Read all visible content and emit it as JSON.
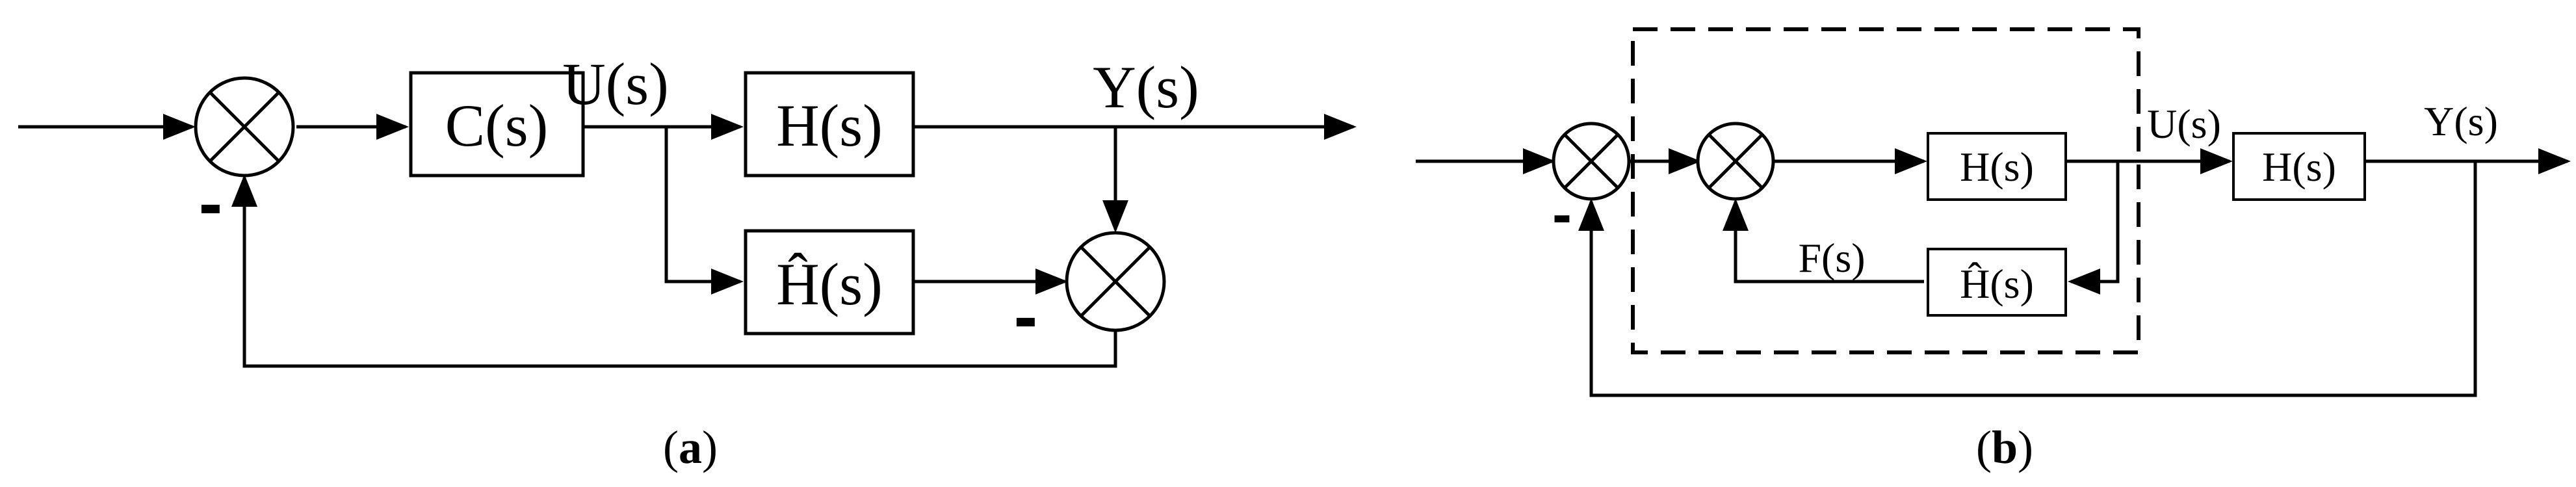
{
  "panel_a": {
    "blocks": {
      "controller": "C(s)",
      "plant": "H(s)",
      "model": "Ĥ(s)"
    },
    "signals": {
      "control": "U(s)",
      "output": "Y(s)"
    },
    "signs": {
      "sum1_feedback": "-",
      "sum2_model": "-"
    },
    "caption": {
      "open": "(",
      "letter": "a",
      "close": ")"
    }
  },
  "panel_b": {
    "blocks": {
      "inner_plant": "H(s)",
      "inner_model": "Ĥ(s)",
      "plant": "H(s)"
    },
    "signals": {
      "control": "U(s)",
      "output": "Y(s)",
      "feedback": "F(s)"
    },
    "signs": {
      "sum1_feedback": "-"
    },
    "caption": {
      "open": "(",
      "letter": "b",
      "close": ")"
    }
  }
}
